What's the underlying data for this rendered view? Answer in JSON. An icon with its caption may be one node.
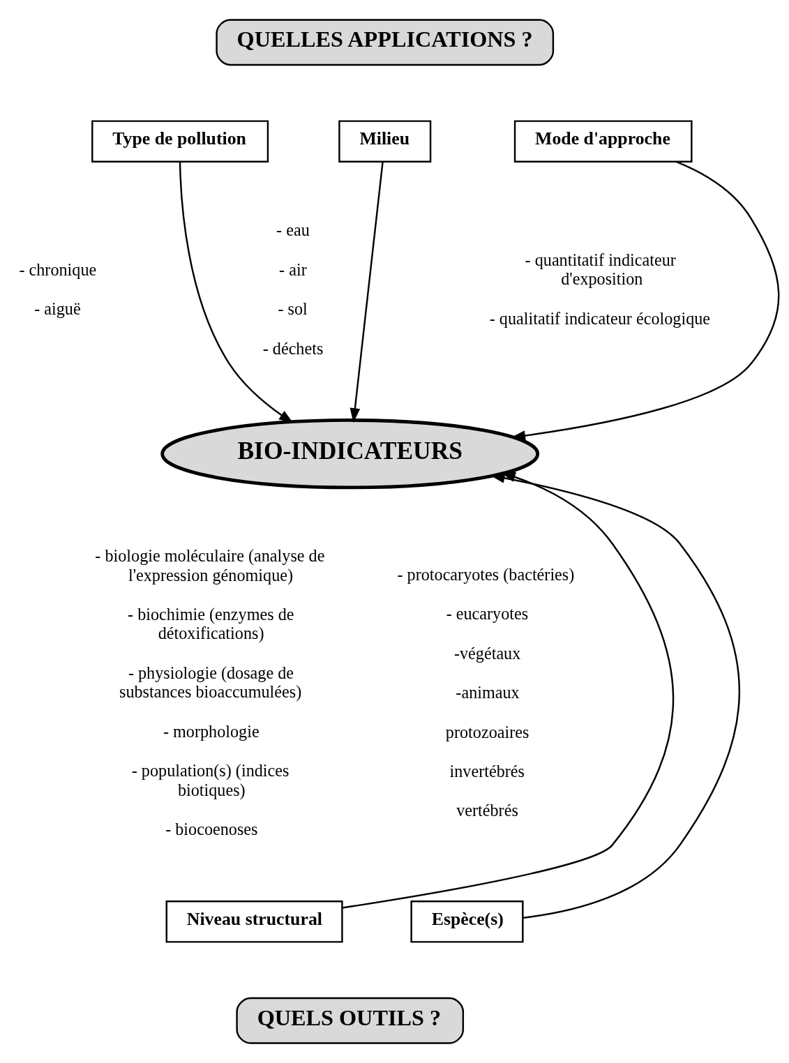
{
  "diagram": {
    "nodes": [
      {
        "text": [
          "QUELLES APPLICATIONS ?"
        ]
      },
      {
        "text": [
          "Type de pollution"
        ],
        "beside": [
          "- chronique",
          "- aiguë"
        ]
      },
      {
        "text": [
          "Milieu"
        ],
        "beside": [
          "- eau",
          "- air",
          "- sol",
          "- déchets"
        ]
      },
      {
        "text": [
          "Mode d'approche"
        ],
        "beside": [
          "- quantitatif indicateur d'exposition",
          "- qualitatif indicateur écologique"
        ]
      },
      {
        "text": [
          "BIO-INDICATEURS"
        ]
      },
      {
        "text": [
          "Niveau structural"
        ],
        "beside": [
          "- biologie moléculaire (analyse de l'expression génomique)",
          "- biochimie (enzymes de détoxifications)",
          "- physiologie (dosage de substances bioaccumulées)",
          "- morphologie",
          "- population(s) (indices biotiques)",
          "- biocoenoses"
        ]
      },
      {
        "text": [
          "Espèce(s)"
        ],
        "beside": [
          "- protocaryotes (bactéries)",
          "- eucaryotes",
          "-végétaux",
          "-animaux",
          "protozoaires",
          "invertébrés",
          "vertébrés"
        ]
      },
      {
        "text": [
          "QUELS OUTILS ?"
        ]
      }
    ],
    "edges": [
      {
        "from": 1,
        "to": 4,
        "arrow": "to"
      },
      {
        "from": 2,
        "to": 4,
        "arrow": "to"
      },
      {
        "from": 3,
        "to": 4,
        "arrow": "to"
      },
      {
        "from": 5,
        "to": 4,
        "arrow": "to"
      },
      {
        "from": 6,
        "to": 4,
        "arrow": "to"
      }
    ]
  }
}
